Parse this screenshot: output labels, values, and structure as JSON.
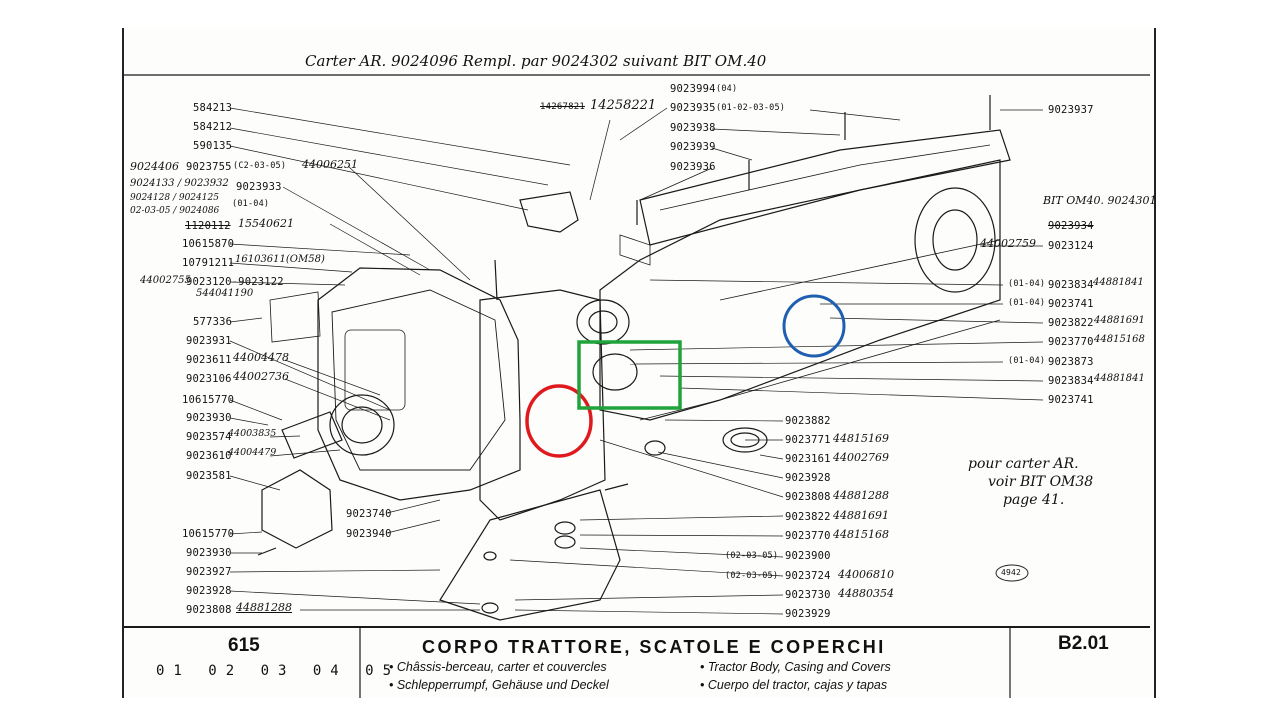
{
  "header": {
    "handwritten_note": "Carter AR. 9024096 Rempl. par 9024302 suivant BIT OM.40"
  },
  "left_parts": [
    {
      "code": "584213"
    },
    {
      "code": "584212"
    },
    {
      "code": "590135"
    },
    {
      "code": "9023755",
      "note": "(C2-03-05)",
      "hand": "44006251"
    },
    {
      "code": "9023933",
      "note": "(01-04)"
    },
    {
      "code": "1120112",
      "hand": "15540621"
    },
    {
      "code": "10615870"
    },
    {
      "code": "10791211",
      "hand": "16103611(OM58)"
    },
    {
      "code": "9023120-9023122",
      "hand": "44002755"
    },
    {
      "code": "577336"
    },
    {
      "code": "9023931"
    },
    {
      "code": "9023611",
      "hand": "44004478"
    },
    {
      "code": "9023106",
      "hand": "44002736"
    },
    {
      "code": "10615770"
    },
    {
      "code": "9023930"
    },
    {
      "code": "9023574",
      "hand": "44003835"
    },
    {
      "code": "9023610",
      "hand": "44004479"
    },
    {
      "code": "9023581"
    },
    {
      "code": "10615770"
    },
    {
      "code": "9023930"
    },
    {
      "code": "9023927"
    },
    {
      "code": "9023928"
    },
    {
      "code": "9023808",
      "hand": "44881288"
    }
  ],
  "left_handwritten_block": {
    "line1": "9024406",
    "line2": "9024133 / 9023932",
    "line3": "9024128 / 9024125",
    "line4": "02-03-05 / 9024086",
    "near": "544041190"
  },
  "top_parts": [
    {
      "code": "14267821",
      "hand": "14258221"
    },
    {
      "code": "9023994",
      "note": "(04)"
    },
    {
      "code": "9023935",
      "note": "(01-02-03-05)"
    },
    {
      "code": "9023938"
    },
    {
      "code": "9023939"
    },
    {
      "code": "9023936"
    }
  ],
  "right_parts": [
    {
      "code": "9023937"
    },
    {
      "code": "9023934",
      "note": "BIT OM40. 9024301",
      "hand": "44002759"
    },
    {
      "code": "9023124"
    },
    {
      "code": "9023834",
      "note": "(01-04)",
      "hand": "44881841"
    },
    {
      "code": "9023741",
      "note": "(01-04)"
    },
    {
      "code": "9023822",
      "hand": "44881691"
    },
    {
      "code": "9023770",
      "hand": "44815168"
    },
    {
      "code": "9023873",
      "note": "(01-04)"
    },
    {
      "code": "9023834",
      "hand": "44881841"
    },
    {
      "code": "9023741"
    }
  ],
  "bottom_mid_parts": [
    {
      "code": "9023882"
    },
    {
      "code": "9023771",
      "hand": "44815169"
    },
    {
      "code": "9023161",
      "hand": "44002769"
    },
    {
      "code": "9023928"
    },
    {
      "code": "9023808",
      "hand": "44881288"
    },
    {
      "code": "9023822",
      "hand": "44881691"
    },
    {
      "code": "9023770",
      "hand": "44815168"
    },
    {
      "code": "9023900",
      "note": "(02-03-05)"
    },
    {
      "code": "9023724",
      "note": "(02-03-05)",
      "hand": "44006810"
    },
    {
      "code": "9023730",
      "hand": "44880354"
    },
    {
      "code": "9023929"
    },
    {
      "code": "9023740"
    },
    {
      "code": "9023940"
    }
  ],
  "side_note": {
    "line1": "pour carter AR.",
    "line2": "voir BIT OM38",
    "line3": "page 41."
  },
  "drawing_ref": "4942",
  "footer": {
    "model": "615",
    "versions": "01 02 03 04 05",
    "title": "CORPO TRATTORE, SCATOLE E COPERCHI",
    "fr": "• Châssis-berceau, carter et couvercles",
    "de": "• Schlepperrumpf, Gehäuse und Deckel",
    "en": "• Tractor Body, Casing and Covers",
    "es": "• Cuerpo del tractor, cajas y tapas",
    "page": "B2.01"
  },
  "annotations": {
    "red_circle": "#e0191f",
    "green_box": "#1fa33a",
    "blue_circle": "#1f5fb0"
  }
}
